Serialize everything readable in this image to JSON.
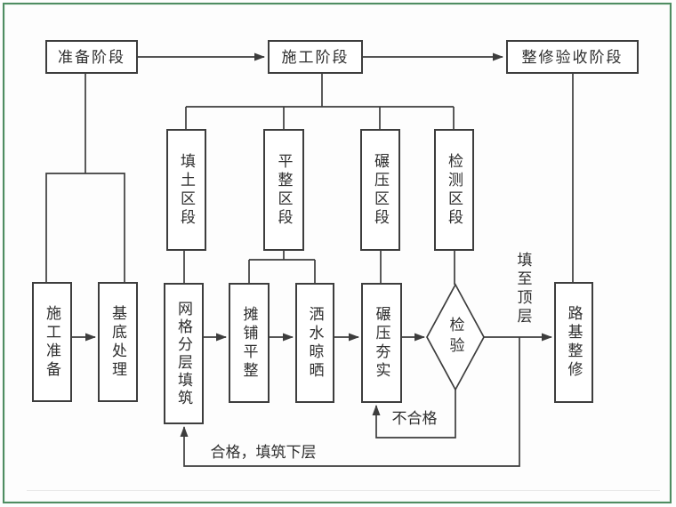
{
  "diagram": {
    "phases": {
      "prep": "准备阶段",
      "construction": "施工阶段",
      "acceptance": "整修验收阶段"
    },
    "sections": {
      "fill": "填土区段",
      "level": "平整区段",
      "roll": "碾压区段",
      "test": "检测区段"
    },
    "processes": {
      "constr_prep": "施工准备",
      "base_treatment": "基底处理",
      "grid_fill": "网格分层填筑",
      "spread_level": "摊铺平整",
      "water_dry": "洒水晾晒",
      "roll_compact": "碾压夯实",
      "inspection": "检验",
      "roadbed_repair": "路基整修"
    },
    "labels": {
      "fail": "不合格",
      "pass_next": "合格，填筑下层",
      "fill_to_top": "填至顶层"
    },
    "colors": {
      "border_green": "#4f8d62",
      "line": "#3d3d3d",
      "text": "#2e2e2e",
      "background": "#ffffff"
    }
  }
}
